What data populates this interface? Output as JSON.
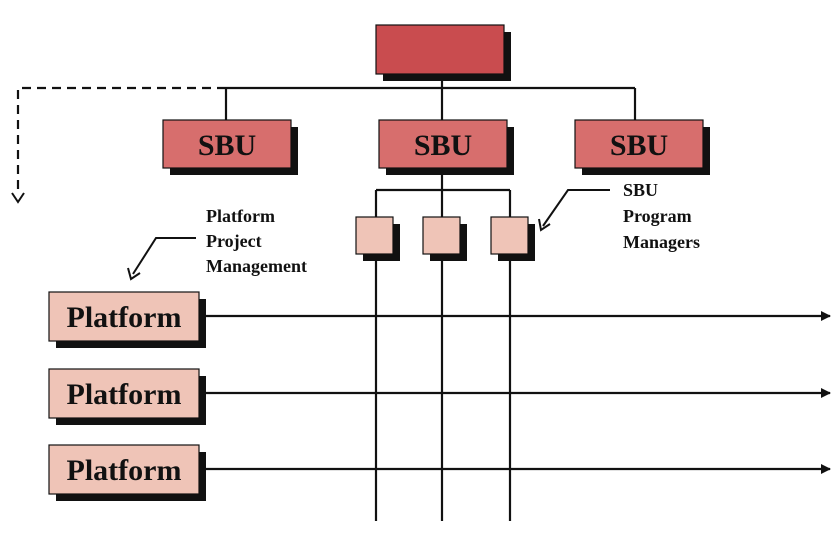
{
  "diagram": {
    "top_box_label": "",
    "sbu_boxes": [
      {
        "label": "SBU"
      },
      {
        "label": "SBU"
      },
      {
        "label": "SBU"
      }
    ],
    "program_manager_boxes": [
      {
        "label": ""
      },
      {
        "label": ""
      },
      {
        "label": ""
      }
    ],
    "platforms": [
      {
        "label": "Platform"
      },
      {
        "label": "Platform"
      },
      {
        "label": "Platform"
      }
    ],
    "annotations": {
      "platform_pm": [
        "Platform",
        "Project",
        "Management"
      ],
      "sbu_pm": [
        "SBU",
        "Program",
        "Managers"
      ]
    },
    "colors": {
      "top_box": "#c94c4f",
      "sbu_box": "#d76e6d",
      "small_box": "#efc4b7",
      "platform_box": "#efc4b7",
      "shadow": "#111111",
      "line": "#111111"
    }
  }
}
